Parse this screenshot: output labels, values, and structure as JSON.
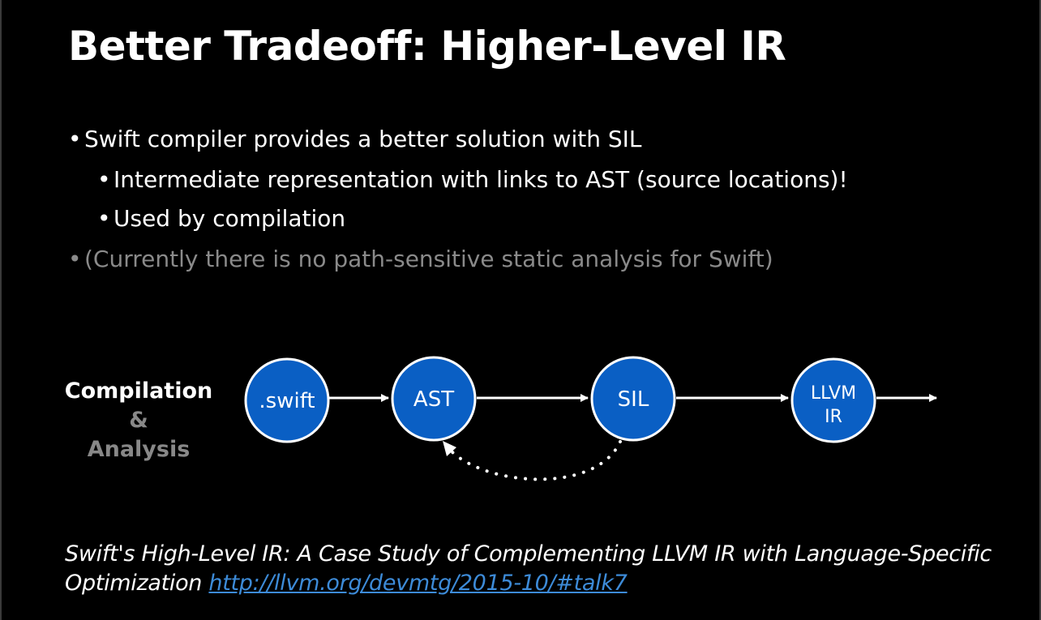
{
  "slide": {
    "title": "Better Tradeoff: Higher-Level IR",
    "bullets": [
      "Swift compiler provides a better solution with SIL",
      "Intermediate representation with links to AST (source locations)!",
      "Used by compilation",
      "(Currently there is no path-sensitive static analysis for Swift)"
    ],
    "bullet_glyph": "•"
  },
  "diagram": {
    "label_main": "Compilation",
    "label_amp": "&",
    "label_sub": "Analysis",
    "nodes": [
      {
        "line1": ".swift",
        "line2": ""
      },
      {
        "line1": "AST",
        "line2": ""
      },
      {
        "line1": "SIL",
        "line2": ""
      },
      {
        "line1": "LLVM",
        "line2": "IR"
      }
    ],
    "colors": {
      "node_fill": "#0a5fc4",
      "node_stroke": "#ffffff",
      "arrow": "#ffffff",
      "muted_text": "#8a8a8a",
      "link": "#3d8bd8"
    }
  },
  "footnote": {
    "text": "Swift's High-Level IR: A Case Study of Complementing LLVM IR with Language-Specific",
    "text2": "Optimization",
    "link": "http://llvm.org/devmtg/2015-10/#talk7"
  }
}
